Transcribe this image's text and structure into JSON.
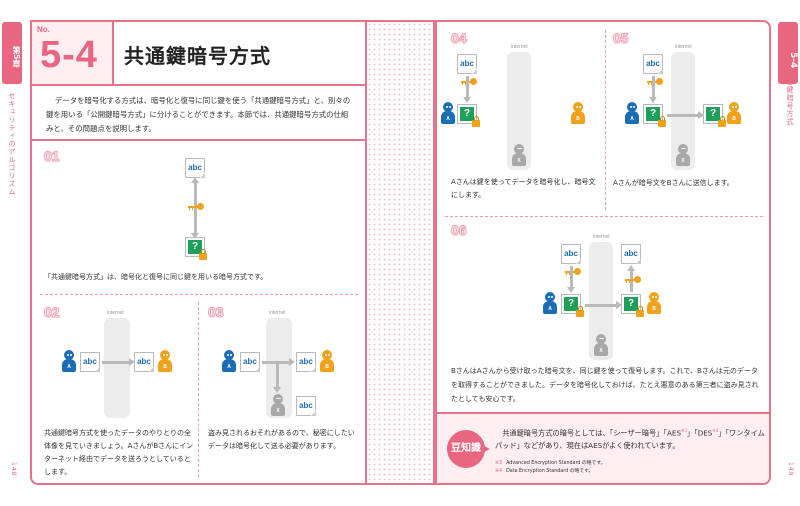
{
  "left_margin": {
    "chapter_tab": "第5章",
    "chapter_title_vertical": "セキュリティのアルゴリズム",
    "page_number": "148"
  },
  "right_margin": {
    "section_tab": "5-4",
    "section_title_vertical": "共通鍵暗号方式",
    "page_number": "149"
  },
  "header": {
    "no_label": "No.",
    "section_number": "5-4",
    "title": "共通鍵暗号方式"
  },
  "intro": "データを暗号化する方式は、暗号化と復号に同じ鍵を使う「共通鍵暗号方式」と、別々の鍵を用いる「公開鍵暗号方式」に分けることができます。本節では、共通鍵暗号方式の仕組みと、その問題点を説明します。",
  "labels": {
    "internet": "internet",
    "plaintext": "abc",
    "ciphertext": "?",
    "person_a": "A",
    "person_b": "B",
    "person_x": "X"
  },
  "steps": [
    {
      "num": "01",
      "caption": "「共通鍵暗号方式」は、暗号化と復号に同じ鍵を用いる暗号方式です。"
    },
    {
      "num": "02",
      "caption": "共通鍵暗号方式を使ったデータのやりとりの全体像を見ていきましょう。AさんがBさんにインターネット経由でデータを送ろうとしているとします。"
    },
    {
      "num": "03",
      "caption": "盗み見されるおそれがあるので、秘密にしたいデータは暗号化して送る必要があります。"
    },
    {
      "num": "04",
      "caption": "Aさんは鍵を使ってデータを暗号化し、暗号文にします。"
    },
    {
      "num": "05",
      "caption": "Aさんが暗号文をBさんに送信します。"
    },
    {
      "num": "06",
      "caption": "BさんはAさんから受け取った暗号文を、同じ鍵を使って復号します。これで、Bさんは元のデータを取得することができました。データを暗号化しておけば、たとえ悪意のある第三者に盗み見されたとしても安心です。"
    }
  ],
  "trivia": {
    "badge": "豆知識",
    "text_before": "共通鍵暗号方式の暗号としては、「シーザー暗号」「AES",
    "sup1": "※3",
    "text_mid": "」「DES",
    "sup2": "※4",
    "text_after": "」「ワンタイムパッド」などがあり、現在はAESがよく使われています。",
    "notes": [
      {
        "mark": "※3",
        "text": "Advanced Encryption Standard の略です。"
      },
      {
        "mark": "※4",
        "text": "Data Encryption Standard の略です。"
      }
    ]
  },
  "colors": {
    "accent_pink": "#e8667f",
    "person_a_blue": "#1a6db4",
    "person_b_orange": "#f0a21b",
    "cipher_green": "#1fa05a"
  }
}
